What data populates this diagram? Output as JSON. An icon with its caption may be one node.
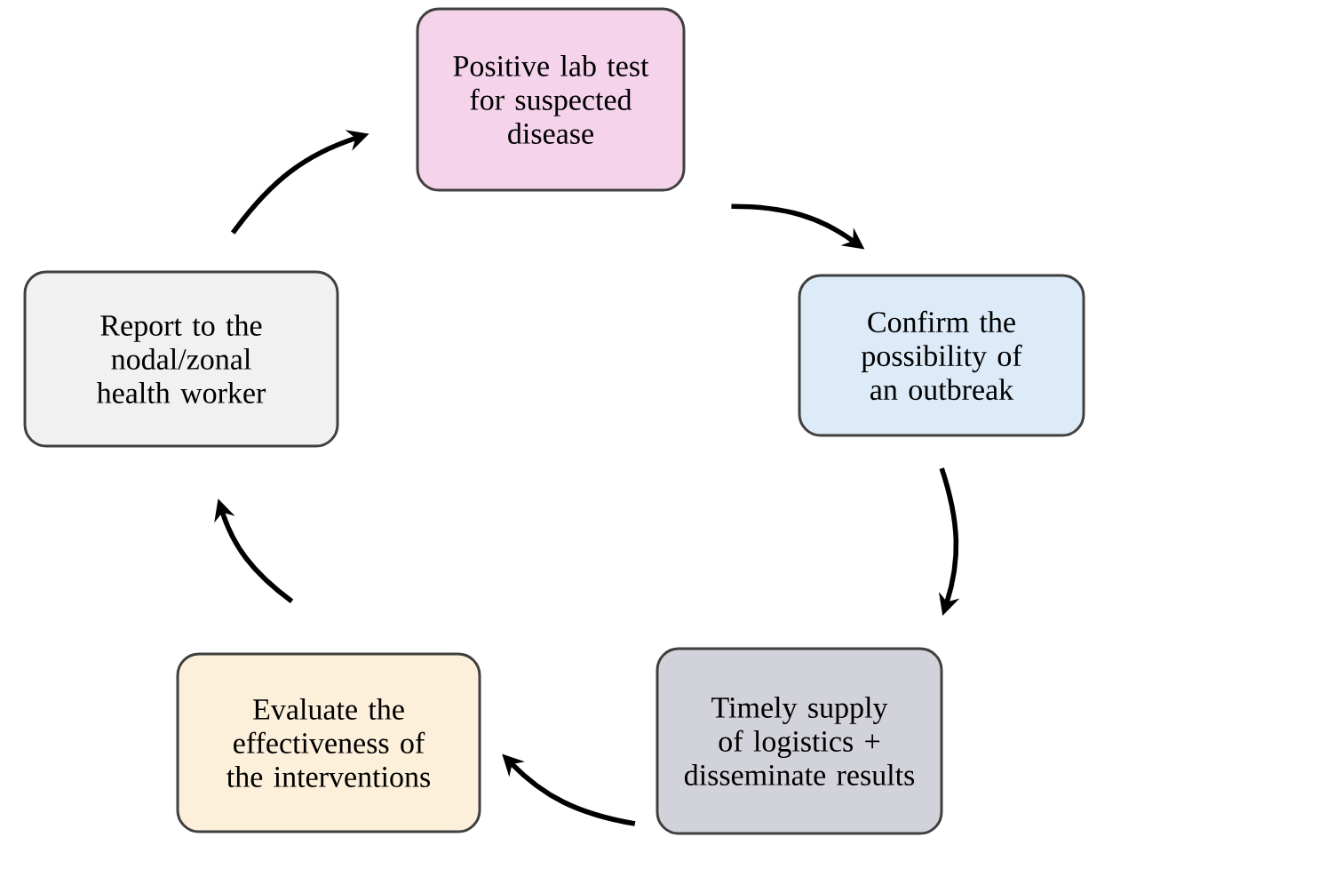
{
  "diagram": {
    "nodes": [
      {
        "text": [
          "Positive lab test for suspected disease"
        ]
      },
      {
        "text": [
          "Confirm the possibility of an outbreak"
        ]
      },
      {
        "text": [
          "Timely supply of logistics + disseminate results"
        ]
      },
      {
        "text": [
          "Evaluate the effectiveness of the interventions"
        ]
      },
      {
        "text": [
          "Report to the nodal/zonal health worker"
        ]
      }
    ],
    "edges": [
      {
        "from": 0,
        "to": 1,
        "arrow": "to"
      },
      {
        "from": 1,
        "to": 2,
        "arrow": "to"
      },
      {
        "from": 2,
        "to": 3,
        "arrow": "to"
      },
      {
        "from": 3,
        "to": 4,
        "arrow": "to"
      },
      {
        "from": 4,
        "to": 0,
        "arrow": "to"
      }
    ]
  }
}
